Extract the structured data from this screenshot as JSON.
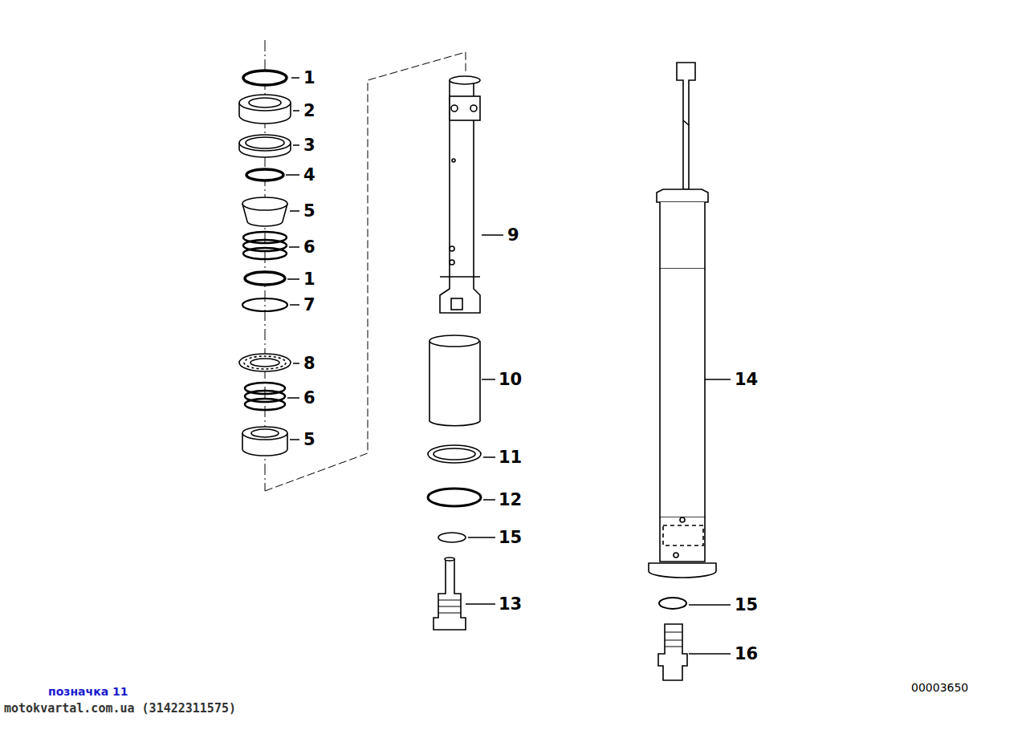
{
  "diagram": {
    "labels": [
      "1",
      "2",
      "3",
      "4",
      "5",
      "6",
      "1",
      "7",
      "8",
      "6",
      "5",
      "9",
      "10",
      "11",
      "12",
      "15",
      "13",
      "14",
      "15",
      "16",
      "позначка 11",
      "motokvartal.com.ua (31422311575)",
      "00003650"
    ]
  }
}
